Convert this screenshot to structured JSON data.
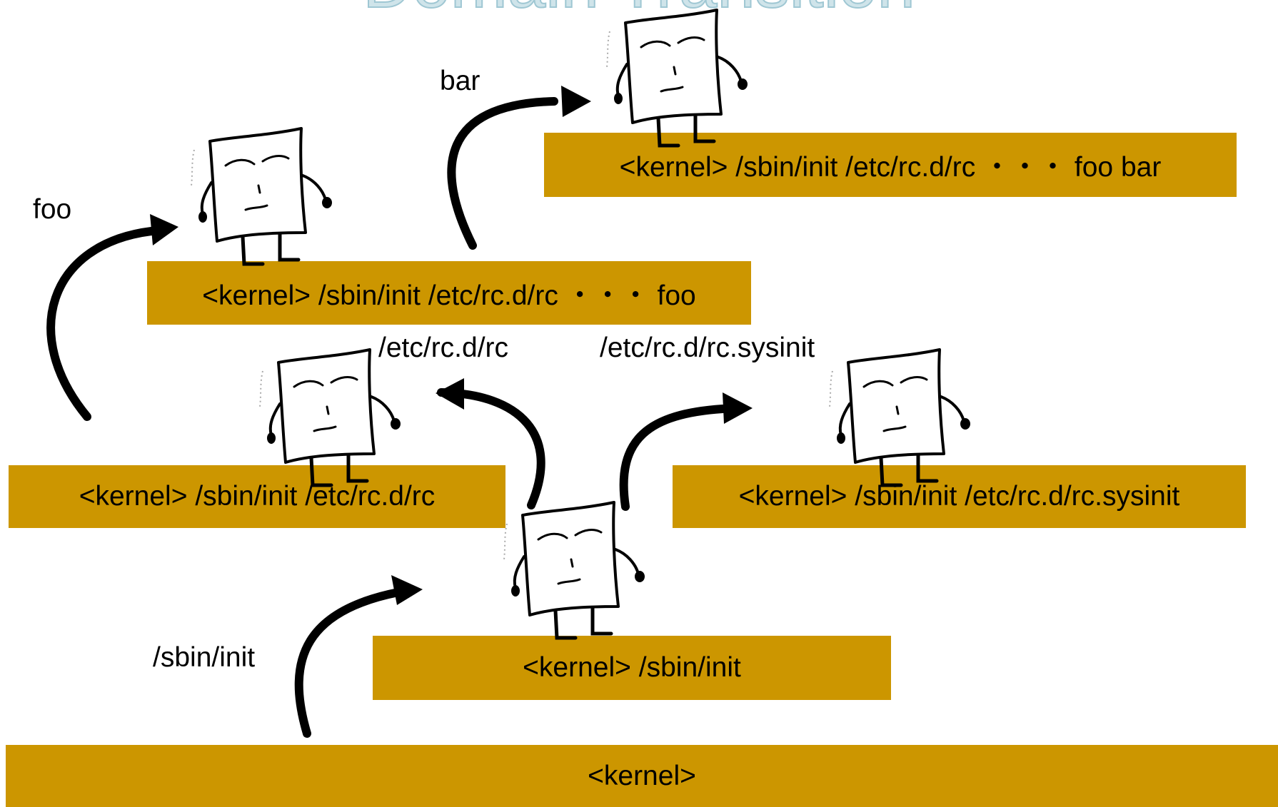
{
  "title": "Domain Transition",
  "colors": {
    "bar_fill": "#cc9600",
    "arrow": "#000000",
    "title_fill": "#cfe4ea"
  },
  "bars": {
    "kernel": "<kernel>",
    "init": "<kernel> /sbin/init",
    "rc": "<kernel> /sbin/init /etc/rc.d/rc",
    "sysinit": "<kernel> /sbin/init /etc/rc.d/rc.sysinit",
    "foo": "<kernel> /sbin/init /etc/rc.d/rc ・・・ foo",
    "bar": "<kernel> /sbin/init /etc/rc.d/rc ・・・ foo bar"
  },
  "labels": {
    "init": "/sbin/init",
    "rc": "/etc/rc.d/rc",
    "sysinit": "/etc/rc.d/rc.sysinit",
    "foo": "foo",
    "bar": "bar"
  },
  "icons": [
    "paper-character-icon"
  ]
}
